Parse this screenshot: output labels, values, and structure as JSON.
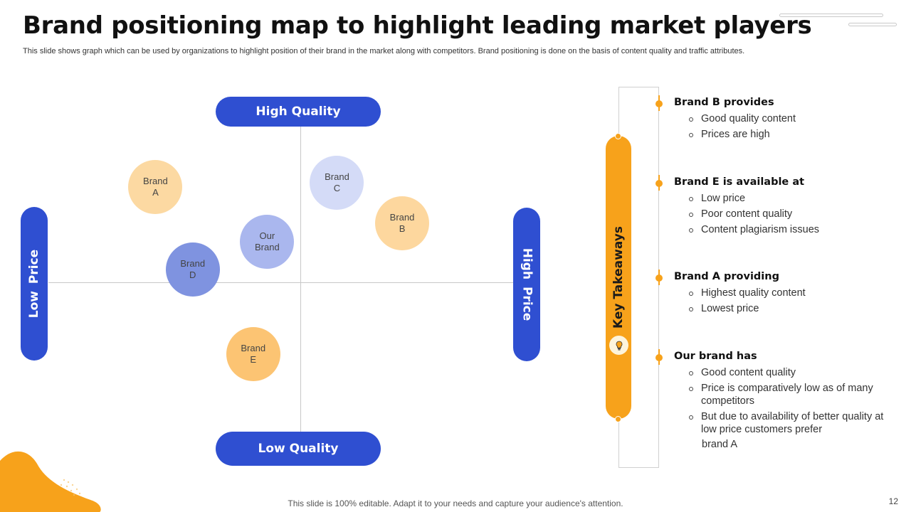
{
  "header": {
    "title": "Brand positioning map to highlight leading market players",
    "subtitle": "This slide shows graph which can be used by organizations to highlight position of their brand in the market along with competitors. Brand positioning is done on the basis of content quality and traffic attributes."
  },
  "axes": {
    "top": "High Quality",
    "bottom": "Low Quality",
    "left": "Low  Price",
    "right": "High  Price"
  },
  "brands": [
    {
      "label": "Brand\nA",
      "price": 0.23,
      "quality": 0.61,
      "color": "#fcd9a2"
    },
    {
      "label": "Brand\nC",
      "price": 0.62,
      "quality": 0.64,
      "color": "#d4dbf7"
    },
    {
      "label": "Brand\nB",
      "price": 0.76,
      "quality": 0.38,
      "color": "#fdd79e"
    },
    {
      "label": "Our\nBrand",
      "price": 0.47,
      "quality": 0.26,
      "color": "#aab7ee"
    },
    {
      "label": "Brand\nD",
      "price": 0.31,
      "quality": 0.08,
      "color": "#7f93e0"
    },
    {
      "label": "Brand\nE",
      "price": 0.44,
      "quality": -0.46,
      "color": "#fcc473"
    }
  ],
  "key_takeaways": {
    "label": "Key Takeaways",
    "items": [
      {
        "heading": "Brand B provides",
        "points": [
          "Good quality content",
          "Prices are high"
        ]
      },
      {
        "heading": "Brand E is available at",
        "points": [
          "Low price",
          "Poor content quality",
          "Content plagiarism issues"
        ]
      },
      {
        "heading": "Brand A providing",
        "points": [
          "Highest quality content",
          "Lowest price"
        ]
      },
      {
        "heading": "Our brand has",
        "points": [
          "Good content quality",
          "Price is comparatively low as of many competitors",
          "But due to availability of better quality at\nlow price customers prefer"
        ],
        "trailing": "brand A"
      }
    ]
  },
  "footer": {
    "note": "This slide is 100% editable. Adapt it to your needs and capture your audience's attention.",
    "page_number": "12"
  },
  "colors": {
    "axis_pill": "#2f4fd1",
    "accent_orange": "#f7a21b"
  }
}
